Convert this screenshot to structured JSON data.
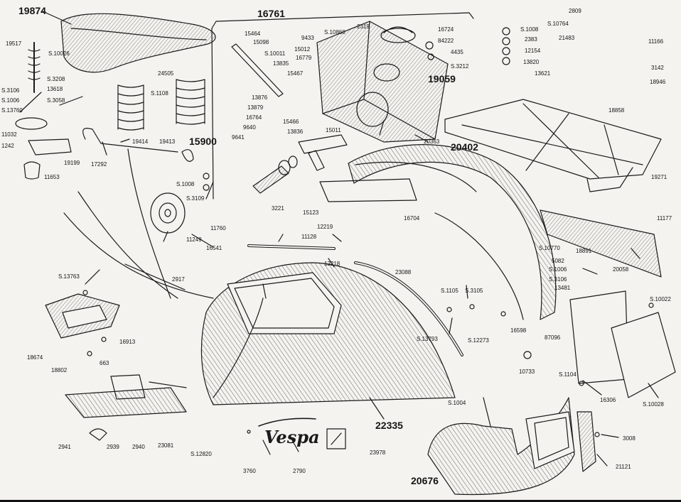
{
  "diagram": {
    "labels": [
      "19874",
      "16761",
      "2809",
      "S.10764",
      "21483",
      "11166",
      "3142",
      "18946",
      "19517",
      "S.10026",
      "24505",
      "S.1108",
      "S.3208",
      "13618",
      "S.3058",
      "S.3106",
      "S.1006",
      "S.13760",
      "11032",
      "1242",
      "19199",
      "17292",
      "11653",
      "19414",
      "19413",
      "15900",
      "S.1008",
      "9641",
      "S.3109",
      "15464",
      "15098",
      "S.10011",
      "13835",
      "13876",
      "13879",
      "16764",
      "9640",
      "15467",
      "9433",
      "15012",
      "16779",
      "15466",
      "13836",
      "15011",
      "S.10860",
      "2319",
      "16724",
      "84222",
      "4435",
      "S.3212",
      "19059",
      "S.1008",
      "2383",
      "12154",
      "13820",
      "13621",
      "18858",
      "20363",
      "20402",
      "19271",
      "11177",
      "3221",
      "15123",
      "16704",
      "11249",
      "11760",
      "11128",
      "16541",
      "12219",
      "12218",
      "23088",
      "S.10770",
      "18891",
      "5082",
      "S.1006",
      "S.3106",
      "13481",
      "20058",
      "S.13763",
      "2917",
      "S.1105",
      "S.3105",
      "S.10022",
      "16598",
      "87096",
      "S.13793",
      "S.12273",
      "18674",
      "16913",
      "18802",
      "663",
      "10733",
      "S.1104",
      "16306",
      "S.10028",
      "S.1004",
      "22335",
      "20676",
      "2941",
      "2939",
      "2940",
      "23081",
      "S.12820",
      "3760",
      "2790",
      "23978",
      "3008",
      "21121",
      "Vespa"
    ]
  },
  "colors": {
    "ink": "#1a1a1a",
    "paper": "#f4f3ef"
  }
}
